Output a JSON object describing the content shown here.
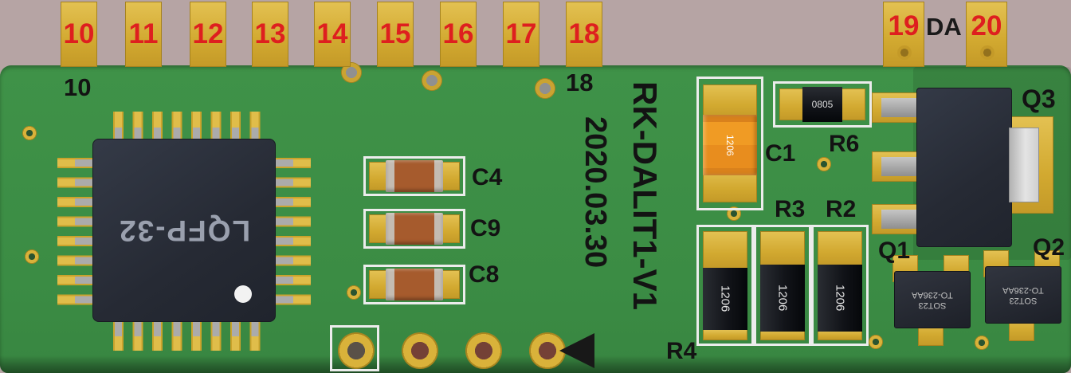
{
  "edge_connector": {
    "top_pads": [
      {
        "number": "10"
      },
      {
        "number": "11"
      },
      {
        "number": "12"
      },
      {
        "number": "13"
      },
      {
        "number": "14"
      },
      {
        "number": "15"
      },
      {
        "number": "16"
      },
      {
        "number": "17"
      },
      {
        "number": "18"
      }
    ],
    "right_pads": [
      {
        "number": "19"
      },
      {
        "number": "20"
      }
    ],
    "da_label": "DA"
  },
  "silkscreen": {
    "pin10_label": "10",
    "pin18_label": "18",
    "date_label": "2020.03.30",
    "board_name_label": "RK-DALIT1-V1",
    "refs": {
      "c4": "C4",
      "c9": "C9",
      "c8": "C8",
      "c1": "C1",
      "r6": "R6",
      "r3": "R3",
      "r2": "R2",
      "r4": "R4",
      "q1": "Q1",
      "q2": "Q2",
      "q3": "Q3"
    }
  },
  "component_markings": {
    "u1_package": "LQFP-32",
    "c1_size": "1206",
    "r6_size": "0805",
    "resistor_size": "1206",
    "sot_line1": "SOT23",
    "sot_line2": "TO-236AA"
  },
  "colors": {
    "background": "#b6a4a4",
    "board_green": "#3f9248",
    "pad_gold": "#d9b23a",
    "silkscreen_red": "#de1f1f",
    "silkscreen_black": "#141414",
    "chip_body": "#2a2e3a"
  }
}
